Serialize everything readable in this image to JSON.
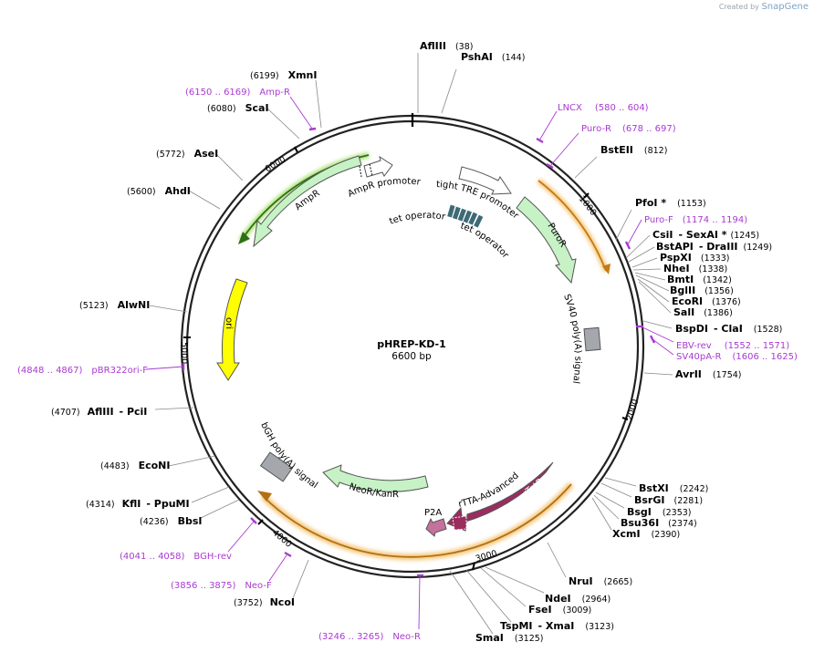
{
  "credit": {
    "prefix": "Created by",
    "brand": "SnapGene"
  },
  "plasmid": {
    "name": "pHREP-KD-1",
    "length": "6600 bp"
  },
  "ticks": [
    "1000",
    "2000",
    "3000",
    "4000",
    "5000",
    "6000"
  ],
  "sites": [
    {
      "name": "AflIII",
      "pos": "(38)"
    },
    {
      "name": "PshAI",
      "pos": "(144)"
    },
    {
      "name": "BstEII",
      "pos": "(812)"
    },
    {
      "name": "PfoI *",
      "pos": "(1153)"
    },
    {
      "name": "CsiI",
      "name2": "- SexAI *",
      "pos": "(1245)"
    },
    {
      "name": "BstAPI",
      "name2": "- DraIII",
      "pos": "(1249)"
    },
    {
      "name": "PspXI",
      "pos": "(1333)"
    },
    {
      "name": "NheI",
      "pos": "(1338)"
    },
    {
      "name": "BmtI",
      "pos": "(1342)"
    },
    {
      "name": "BglII",
      "pos": "(1356)"
    },
    {
      "name": "EcoRI",
      "pos": "(1376)"
    },
    {
      "name": "SalI",
      "pos": "(1386)"
    },
    {
      "name": "BspDI",
      "name2": "- ClaI",
      "pos": "(1528)"
    },
    {
      "name": "AvrII",
      "pos": "(1754)"
    },
    {
      "name": "BstXI",
      "pos": "(2242)"
    },
    {
      "name": "BsrGI",
      "pos": "(2281)"
    },
    {
      "name": "BsgI",
      "pos": "(2353)"
    },
    {
      "name": "Bsu36I",
      "pos": "(2374)"
    },
    {
      "name": "XcmI",
      "pos": "(2390)"
    },
    {
      "name": "NruI",
      "pos": "(2665)"
    },
    {
      "name": "NdeI",
      "pos": "(2964)"
    },
    {
      "name": "FseI",
      "pos": "(3009)"
    },
    {
      "name": "TspMI",
      "name2": "- XmaI",
      "pos": "(3123)"
    },
    {
      "name": "SmaI",
      "pos": "(3125)"
    },
    {
      "name": "NcoI",
      "pos": "(3752)"
    },
    {
      "name": "BbsI",
      "pos": "(4236)"
    },
    {
      "name": "KflI",
      "name2": "- PpuMI",
      "pos": "(4314)"
    },
    {
      "name": "EcoNI",
      "pos": "(4483)"
    },
    {
      "name": "AflIII",
      "name2": "- PciI",
      "pos": "(4707)"
    },
    {
      "name": "AlwNI",
      "pos": "(5123)"
    },
    {
      "name": "AhdI",
      "pos": "(5600)"
    },
    {
      "name": "AseI",
      "pos": "(5772)"
    },
    {
      "name": "ScaI",
      "pos": "(6080)"
    },
    {
      "name": "XmnI",
      "pos": "(6199)"
    }
  ],
  "primers": [
    {
      "name": "LNCX",
      "range": "(580 .. 604)"
    },
    {
      "name": "Puro-R",
      "range": "(678 .. 697)"
    },
    {
      "name": "Puro-F",
      "range": "(1174 .. 1194)"
    },
    {
      "name": "EBV-rev",
      "range": "(1552 .. 1571)"
    },
    {
      "name": "SV40pA-R",
      "range": "(1606 .. 1625)"
    },
    {
      "name": "Neo-R",
      "range": "(3246 .. 3265)"
    },
    {
      "name": "Neo-F",
      "range": "(3856 .. 3875)"
    },
    {
      "name": "BGH-rev",
      "range": "(4041 .. 4058)"
    },
    {
      "name": "pBR322ori-F",
      "range": "(4848 .. 4867)"
    },
    {
      "name": "Amp-R",
      "range": "(6150 .. 6169)"
    }
  ],
  "features": {
    "tight_tre": "tight TRE promoter",
    "tet_op_1": "tet operator",
    "tet_op_2": "tet operator",
    "puror": "PuroR",
    "sv40": "SV40 poly(A) signal",
    "rtta": "rTTA-Advanced",
    "rtetr": "rTetR",
    "p2a": "P2A",
    "neokanr": "NeoR/KanR",
    "bgh": "bGH poly(A) signal",
    "ori": "ori",
    "ampr": "AmpR",
    "ampr_promoter": "AmpR promoter"
  },
  "colors": {
    "backbone": "#222222",
    "ampr": "#c6f2c6",
    "ori": "#ffff00",
    "rtetr": "#9b2c5f",
    "p2a": "#c4729b",
    "grey_feature": "#a4a8ad",
    "operator": "#3d6a76",
    "primer": "#a93ad1",
    "orf_orange": "#d58b1f",
    "orf_green": "#3b8a1f"
  }
}
